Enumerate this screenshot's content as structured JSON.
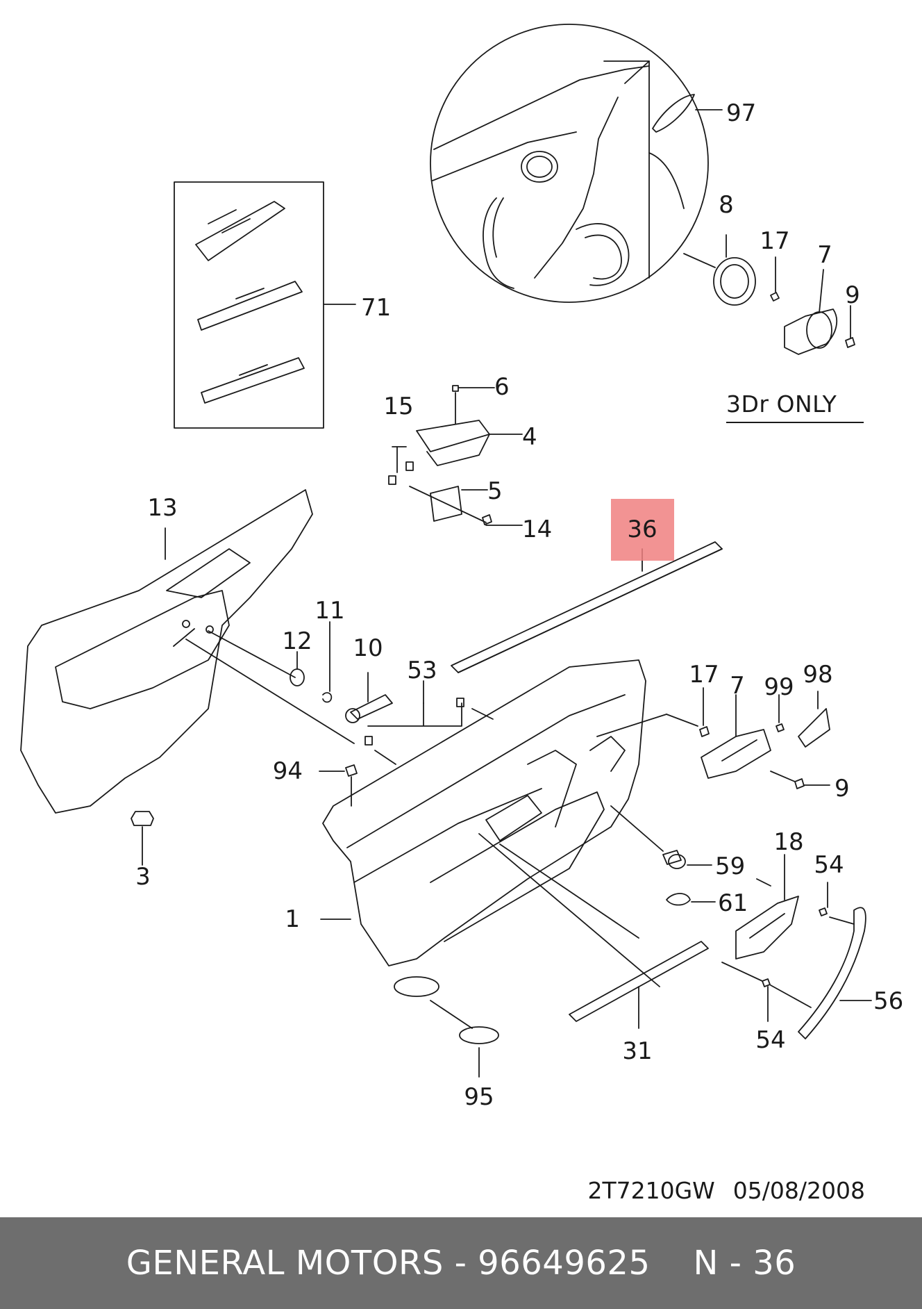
{
  "callouts": [
    {
      "id": "97",
      "label": "97"
    },
    {
      "id": "8",
      "label": "8"
    },
    {
      "id": "17a",
      "label": "17"
    },
    {
      "id": "7a",
      "label": "7"
    },
    {
      "id": "9a",
      "label": "9"
    },
    {
      "id": "71",
      "label": "71"
    },
    {
      "id": "6",
      "label": "6"
    },
    {
      "id": "15",
      "label": "15"
    },
    {
      "id": "4",
      "label": "4"
    },
    {
      "id": "5",
      "label": "5"
    },
    {
      "id": "14",
      "label": "14"
    },
    {
      "id": "13",
      "label": "13"
    },
    {
      "id": "11",
      "label": "11"
    },
    {
      "id": "12",
      "label": "12"
    },
    {
      "id": "10",
      "label": "10"
    },
    {
      "id": "53",
      "label": "53"
    },
    {
      "id": "17b",
      "label": "17"
    },
    {
      "id": "7b",
      "label": "7"
    },
    {
      "id": "99",
      "label": "99"
    },
    {
      "id": "98",
      "label": "98"
    },
    {
      "id": "94",
      "label": "94"
    },
    {
      "id": "9b",
      "label": "9"
    },
    {
      "id": "3",
      "label": "3"
    },
    {
      "id": "18",
      "label": "18"
    },
    {
      "id": "54a",
      "label": "54"
    },
    {
      "id": "59",
      "label": "59"
    },
    {
      "id": "61",
      "label": "61"
    },
    {
      "id": "1",
      "label": "1"
    },
    {
      "id": "56",
      "label": "56"
    },
    {
      "id": "31",
      "label": "31"
    },
    {
      "id": "54b",
      "label": "54"
    },
    {
      "id": "95",
      "label": "95"
    }
  ],
  "highlighted_part": {
    "label": "36",
    "color": "#f08080"
  },
  "variant_note": "3Dr ONLY",
  "drawing_code": "2T7210GW",
  "drawing_date": "05/08/2008",
  "footer": {
    "brand": "GENERAL MOTORS",
    "part_number": "96649625",
    "dash": "-",
    "reference": "N - 36",
    "background": "#6e6e6e"
  }
}
